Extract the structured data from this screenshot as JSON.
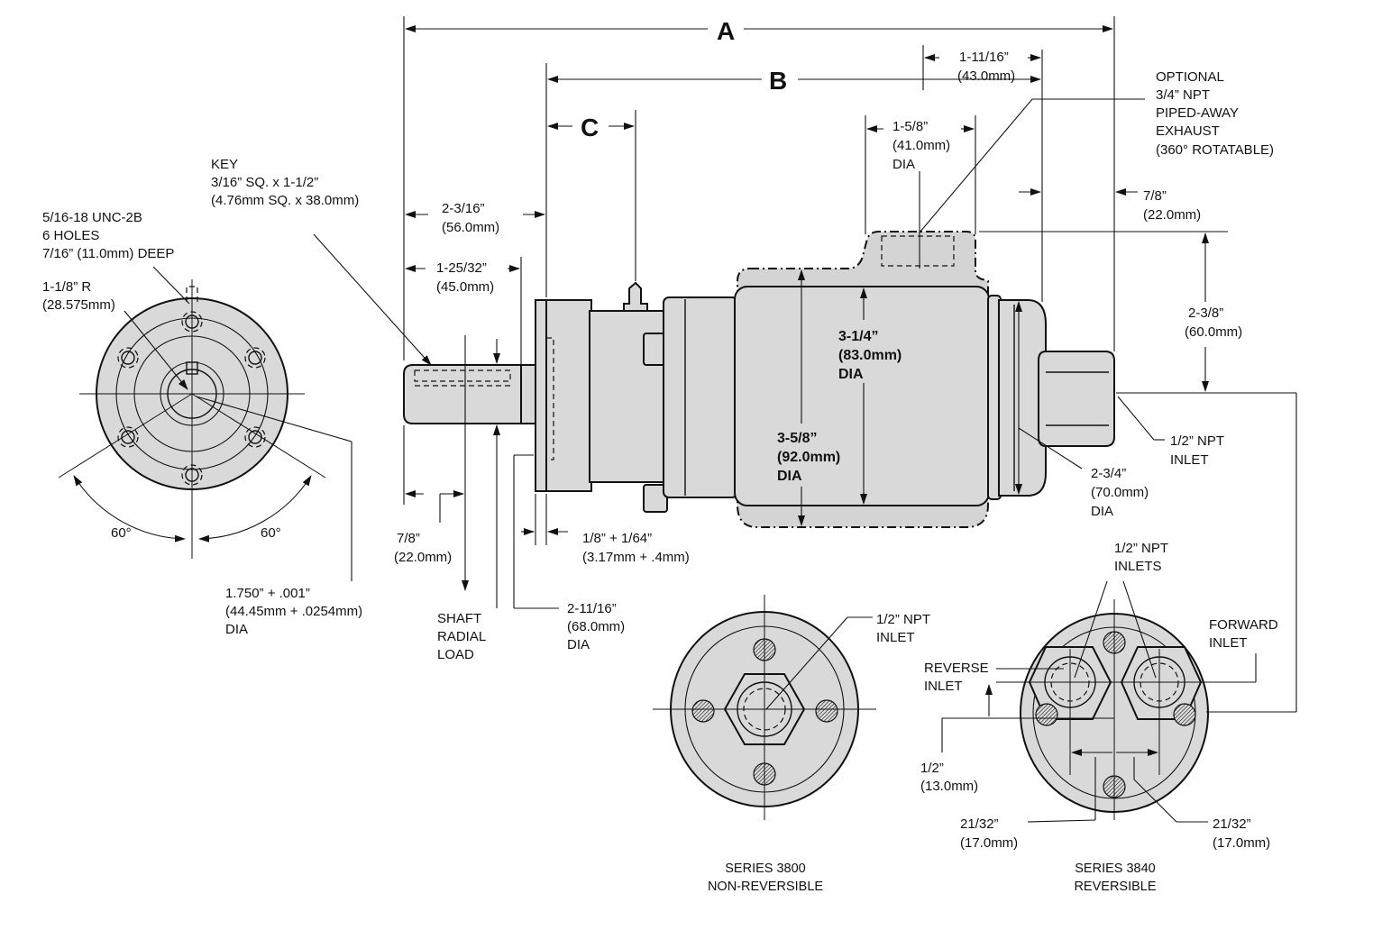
{
  "dimensions": {
    "A": "A",
    "B": "B",
    "C": "C",
    "keyway": [
      "KEY",
      "3/16” SQ. x 1-1/2”",
      "(4.76mm SQ. x 38.0mm)"
    ],
    "tapped_holes": [
      "5/16-18 UNC-2B",
      "6 HOLES",
      "7/16” (11.0mm) DEEP"
    ],
    "bolt_radius": [
      "1-1/8” R",
      "(28.575mm)"
    ],
    "angle_left": "60°",
    "angle_right": "60°",
    "shaft_dia": [
      "1.750” + .001”",
      "(44.45mm + .0254mm)",
      "DIA"
    ],
    "shaft_len_2_3_16": [
      "2-3/16”",
      "(56.0mm)"
    ],
    "shaft_len_1_25_32": [
      "1-25/32”",
      "(45.0mm)"
    ],
    "shaft_end_7_8": [
      "7/8”",
      "(22.0mm)"
    ],
    "shaft_radial_load": [
      "SHAFT",
      "RADIAL",
      "LOAD"
    ],
    "flange_thk": [
      "1/8” + 1/64”",
      "(3.17mm + .4mm)"
    ],
    "pilot_dia": [
      "2-11/16”",
      "(68.0mm)",
      "DIA"
    ],
    "exhaust_offset": [
      "1-11/16”",
      "(43.0mm)"
    ],
    "exhaust_dia": [
      "1-5/8”",
      "(41.0mm)",
      "DIA"
    ],
    "optional_exhaust": [
      "OPTIONAL",
      "3/4” NPT",
      "PIPED-AWAY",
      "EXHAUST",
      "(360°  ROTATABLE)"
    ],
    "inlet_len_7_8": [
      "7/8”",
      "(22.0mm)"
    ],
    "exhaust_height": [
      "2-3/8”",
      "(60.0mm)"
    ],
    "body_dia_small": [
      "3-1/4”",
      "(83.0mm)",
      "DIA"
    ],
    "body_dia_large": [
      "3-5/8”",
      "(92.0mm)",
      "DIA"
    ],
    "inlet_npt": [
      "1/2” NPT",
      "INLET"
    ],
    "end_cap_dia": [
      "2-3/4”",
      "(70.0mm)",
      "DIA"
    ],
    "inlets_3840": [
      "1/2” NPT",
      "INLETS"
    ],
    "inlet_3800": [
      "1/2” NPT",
      "INLET"
    ],
    "forward_inlet": [
      "FORWARD",
      "INLET"
    ],
    "reverse_inlet": [
      "REVERSE",
      "INLET"
    ],
    "inlet_offset": [
      "1/2”",
      "(13.0mm)"
    ],
    "inlet_spacing_left": [
      "21/32”",
      "(17.0mm)"
    ],
    "inlet_spacing_right": [
      "21/32”",
      "(17.0mm)"
    ]
  },
  "series": {
    "s3800": [
      "SERIES 3800",
      "NON-REVERSIBLE"
    ],
    "s3840": [
      "SERIES 3840",
      "REVERSIBLE"
    ]
  }
}
